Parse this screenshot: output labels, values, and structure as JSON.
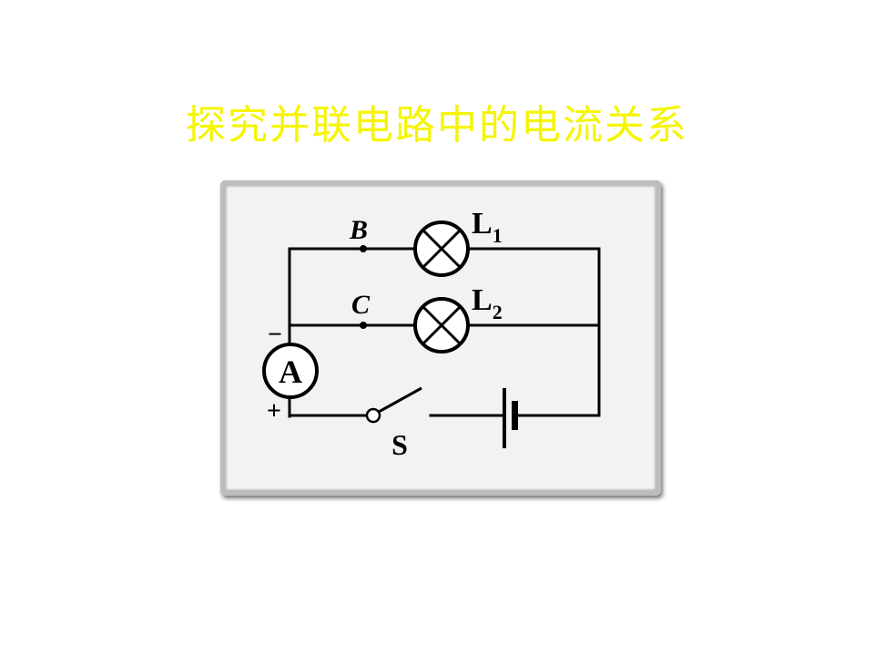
{
  "title": "探究并联电路中的电流关系",
  "colors": {
    "title": "#f5f500",
    "wire": "#000000",
    "panel": "#f2f2f2",
    "panel_border": "#bdbdbd"
  },
  "diagram": {
    "point_b": "B",
    "point_c": "C",
    "lamp1": {
      "letter": "L",
      "subscript": "1"
    },
    "lamp2": {
      "letter": "L",
      "subscript": "2"
    },
    "ammeter": "A",
    "ammeter_minus": "−",
    "ammeter_plus": "+",
    "switch": "S",
    "icons": [
      "lamp-icon",
      "ammeter-icon",
      "switch-icon",
      "battery-icon"
    ]
  }
}
